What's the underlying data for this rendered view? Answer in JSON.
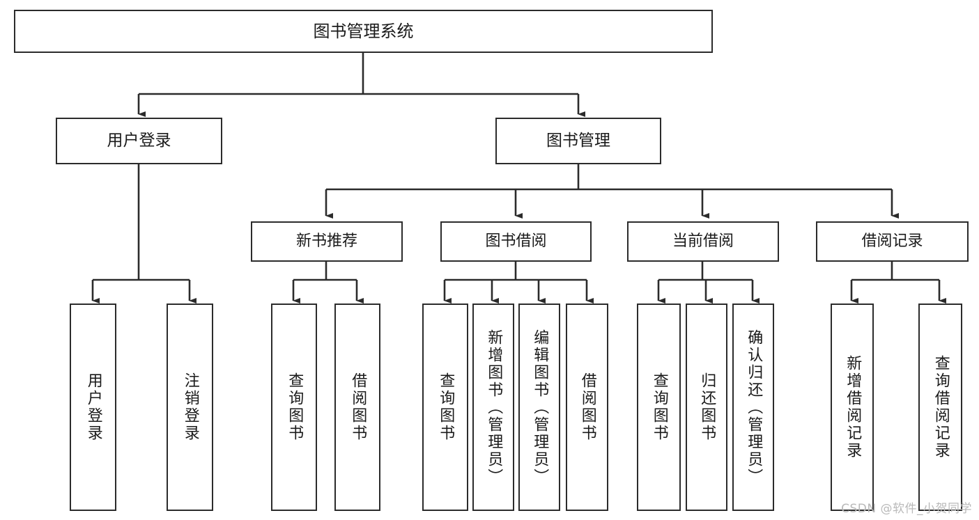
{
  "diagram": {
    "type": "tree",
    "title": "图书管理系统",
    "watermark": "CSDN @软件_小贺同学",
    "colors": {
      "box_border": "#2b2b2b",
      "box_fill": "#ffffff",
      "edge": "#2b2b2b",
      "text": "#1a1a1a",
      "watermark": "#b9b9b9",
      "background": "#ffffff"
    },
    "nodes": {
      "root": {
        "label": "图书管理系统"
      },
      "level1": [
        {
          "id": "user-login",
          "label": "用户登录"
        },
        {
          "id": "book-management",
          "label": "图书管理"
        }
      ],
      "level2": [
        {
          "id": "new-book-recommend",
          "label": "新书推荐"
        },
        {
          "id": "book-borrow",
          "label": "图书借阅"
        },
        {
          "id": "current-borrow",
          "label": "当前借阅"
        },
        {
          "id": "borrow-record",
          "label": "借阅记录"
        }
      ],
      "leaves": [
        {
          "id": "leaf-user-login",
          "parent": "user-login",
          "label": "用户登录"
        },
        {
          "id": "leaf-logout",
          "parent": "user-login",
          "label": "注销登录"
        },
        {
          "id": "leaf-query-book-1",
          "parent": "new-book-recommend",
          "label": "查询图书"
        },
        {
          "id": "leaf-borrow-book-1",
          "parent": "new-book-recommend",
          "label": "借阅图书"
        },
        {
          "id": "leaf-query-book-2",
          "parent": "book-borrow",
          "label": "查询图书"
        },
        {
          "id": "leaf-add-book",
          "parent": "book-borrow",
          "label": "新增图书（管理员）"
        },
        {
          "id": "leaf-edit-book",
          "parent": "book-borrow",
          "label": "编辑图书（管理员）"
        },
        {
          "id": "leaf-borrow-book-2",
          "parent": "book-borrow",
          "label": "借阅图书"
        },
        {
          "id": "leaf-query-book-3",
          "parent": "current-borrow",
          "label": "查询图书"
        },
        {
          "id": "leaf-return-book",
          "parent": "current-borrow",
          "label": "归还图书"
        },
        {
          "id": "leaf-confirm-return",
          "parent": "current-borrow",
          "label": "确认归还（管理员）"
        },
        {
          "id": "leaf-add-record",
          "parent": "borrow-record",
          "label": "新增借阅记录"
        },
        {
          "id": "leaf-query-record",
          "parent": "borrow-record",
          "label": "查询借阅记录"
        }
      ]
    }
  }
}
